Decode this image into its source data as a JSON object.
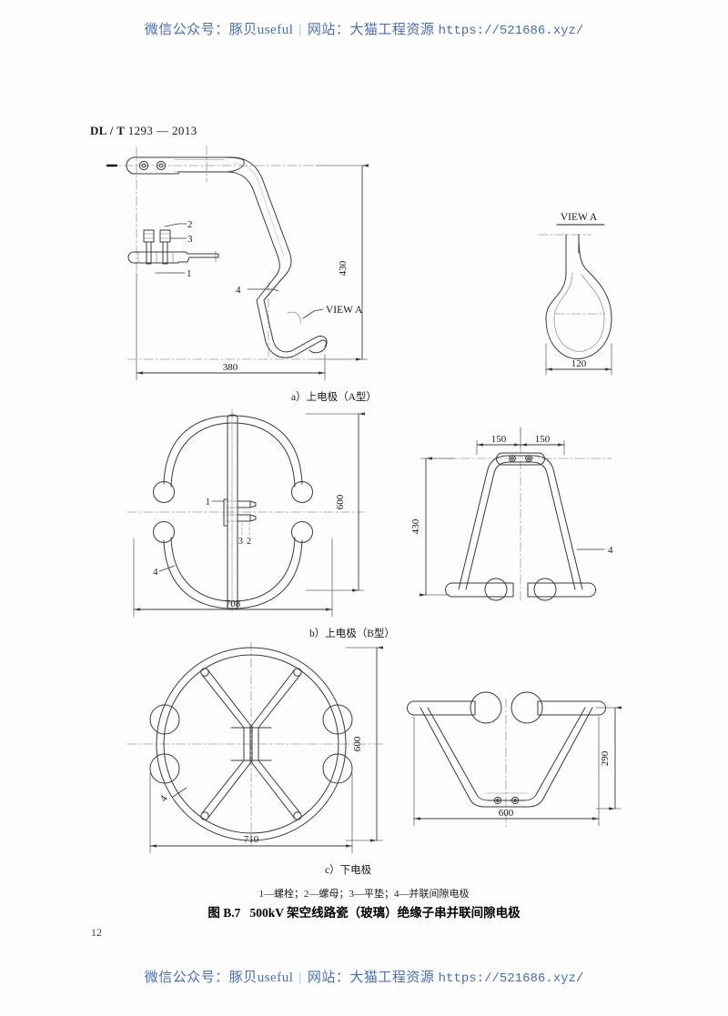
{
  "watermark": {
    "wechat_label": "微信公众号：",
    "wechat_name": "豚贝useful",
    "separator": "|",
    "site_label": "网站：",
    "site_name": "大猫工程资源",
    "url": "https://521686.xyz/",
    "color": "#4a6fb5"
  },
  "document": {
    "standard_number": "DL / T 1293 — 2013",
    "standard_prefix": "DL / T",
    "standard_suffix": "1293 — 2013",
    "page_number": "12"
  },
  "figure": {
    "caption_number": "图 B.7",
    "caption_title": "500kV 架空线路瓷（玻璃）绝缘子串并联间隙电极",
    "legend": "1—螺栓；2—螺母；3—平垫；4—并联间隙电极",
    "legend_items": [
      {
        "num": "1",
        "label": "螺栓"
      },
      {
        "num": "2",
        "label": "螺母"
      },
      {
        "num": "3",
        "label": "平垫"
      },
      {
        "num": "4",
        "label": "并联间隙电极"
      }
    ],
    "sub_captions": {
      "a": "a）上电极（A型）",
      "b": "b）上电极（B型）",
      "c": "c）下电极"
    },
    "view_label": "VIEW A",
    "view_label_detail": "VIEW A"
  },
  "dimensions": {
    "fig_a_width": "380",
    "fig_a_height": "430",
    "view_a_width": "120",
    "fig_b_width": "708",
    "fig_b_height": "600",
    "fig_b_side_left": "150",
    "fig_b_side_right": "150",
    "fig_b_side_height": "430",
    "fig_c_width": "710",
    "fig_c_height": "600",
    "fig_c_side_width": "600",
    "fig_c_side_height": "290"
  },
  "callouts": {
    "fig_a": [
      "1",
      "2",
      "3",
      "4"
    ],
    "fig_b_plan": [
      "1",
      "2",
      "3",
      "4"
    ],
    "fig_b_side": [
      "4"
    ],
    "fig_c_plan": [
      "4"
    ]
  },
  "colors": {
    "line": "#3a3a3a",
    "thin_line": "#6b6b6b",
    "centerline": "#9a9a9a",
    "text": "#1a1a1a"
  }
}
